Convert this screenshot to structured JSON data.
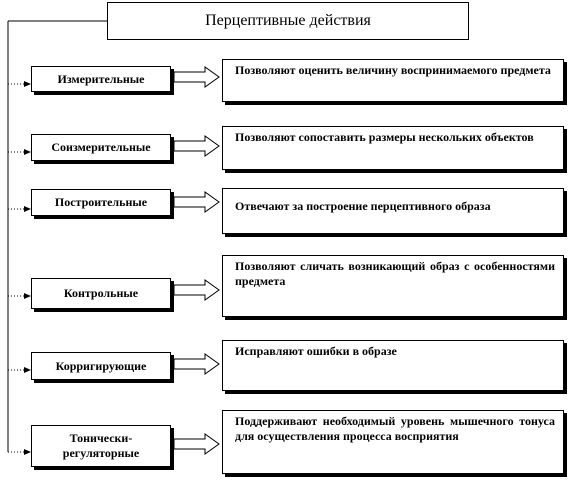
{
  "title": "Перцептивные действия",
  "actions": [
    {
      "name": "Измерительные",
      "description": "Позволяют оценить величину воспринимаемого предмета"
    },
    {
      "name": "Соизмерительные",
      "description": "Позволяют сопоставить размеры нескольких объектов"
    },
    {
      "name": "Построительные",
      "description": "Отвечают за построение перцептивного образа"
    },
    {
      "name": "Контрольные",
      "description": "Позволяют сличать возникающий образ с особенностями предмета"
    },
    {
      "name": "Корригирующие",
      "description": "Исправляют ошибки в образе"
    },
    {
      "name": "Тонически-регуляторные",
      "description": "Поддерживают необходимый уровень мышечного тонуса для осуществления процесса восприятия"
    }
  ]
}
